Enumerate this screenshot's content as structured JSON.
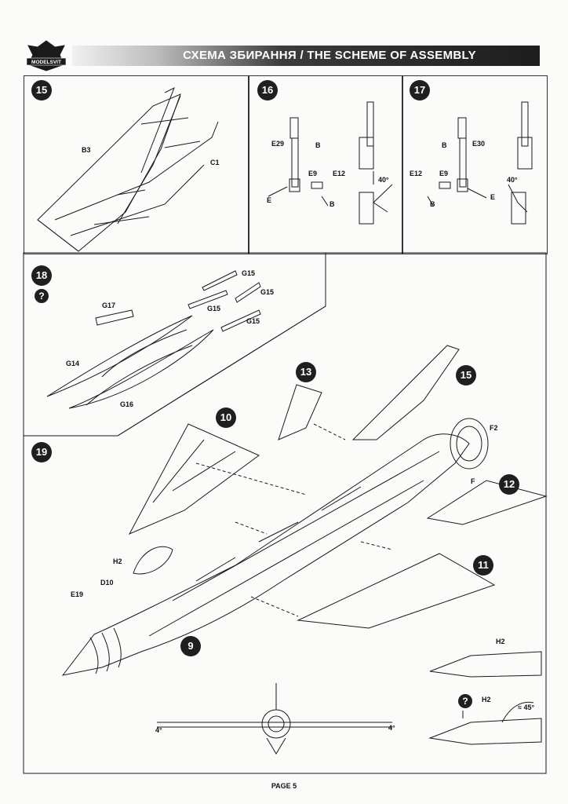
{
  "header": {
    "logo_text": "MODELSVIT",
    "title": "СХЕМА ЗБИРАННЯ / THE SCHEME OF ASSEMBLY"
  },
  "steps": {
    "s15": {
      "number": "15",
      "parts": {
        "b3": "B3",
        "c1": "C1"
      }
    },
    "s16": {
      "number": "16",
      "parts": {
        "e29": "E29",
        "b1": "B",
        "e9": "E9",
        "e12": "E12",
        "e": "E",
        "b2": "B"
      },
      "angle": "40°"
    },
    "s17": {
      "number": "17",
      "parts": {
        "b1": "B",
        "e30": "E30",
        "e12": "E12",
        "e9": "E9",
        "b2": "B",
        "e": "E"
      },
      "angle": "40°"
    },
    "s18": {
      "number": "18",
      "question": "?",
      "parts": {
        "g15a": "G15",
        "g15b": "G15",
        "g15c": "G15",
        "g15d": "G15",
        "g17": "G17",
        "g14": "G14",
        "g16": "G16"
      }
    },
    "s19": {
      "number": "19",
      "refs": {
        "r10": "10",
        "r13": "13",
        "r15": "15",
        "r12": "12",
        "r11": "11",
        "r9": "9"
      },
      "parts": {
        "f2": "F2",
        "f": "F",
        "h2": "H2",
        "d10": "D10",
        "e19": "E19"
      },
      "front_view": {
        "left_angle": "4°",
        "right_angle": "4°"
      },
      "detail": {
        "h2_top": "H2",
        "question": "?",
        "h2_bottom": "H2",
        "angle": "≈ 45°"
      }
    }
  },
  "footer": {
    "page": "PAGE 5"
  }
}
